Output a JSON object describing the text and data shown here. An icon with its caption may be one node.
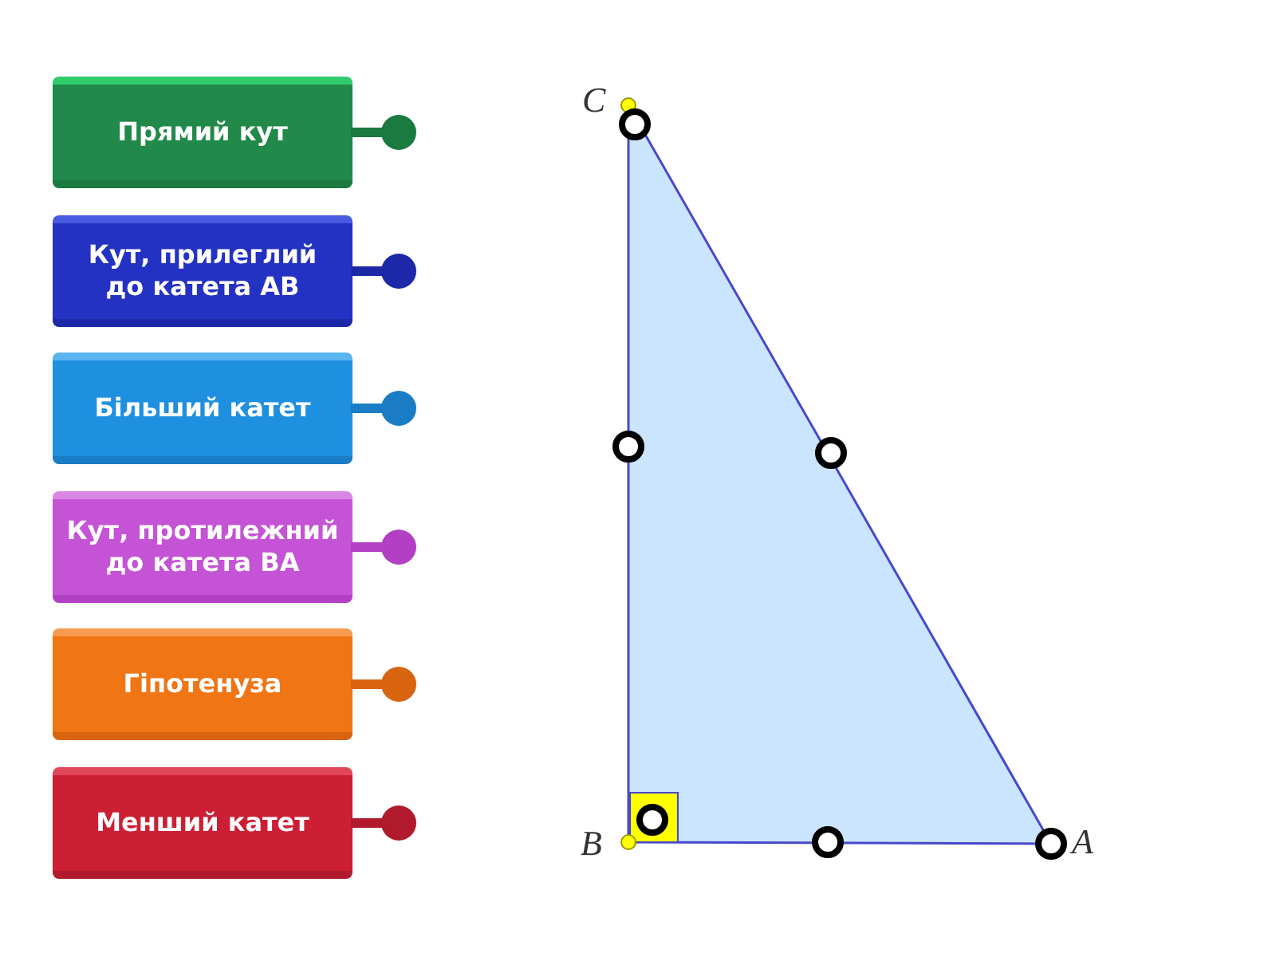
{
  "diagram": {
    "nodes": [
      {
        "text": [
          "Прямий кут"
        ]
      },
      {
        "text": [
          "Кут, прилеглий до катета AB"
        ]
      },
      {
        "text": [
          "Більший катет"
        ]
      },
      {
        "text": [
          "Кут, протилежний до катета BA"
        ]
      },
      {
        "text": [
          "Гіпотенуза"
        ]
      },
      {
        "text": [
          "Менший катет"
        ]
      },
      {
        "text": [],
        "shape": "circle"
      },
      {
        "text": [],
        "shape": "circle"
      },
      {
        "text": [],
        "shape": "circle"
      },
      {
        "text": [],
        "shape": "circle"
      },
      {
        "text": [],
        "shape": "circle"
      },
      {
        "text": [],
        "shape": "circle"
      }
    ],
    "labels": [
      "C",
      "B",
      "A"
    ]
  }
}
